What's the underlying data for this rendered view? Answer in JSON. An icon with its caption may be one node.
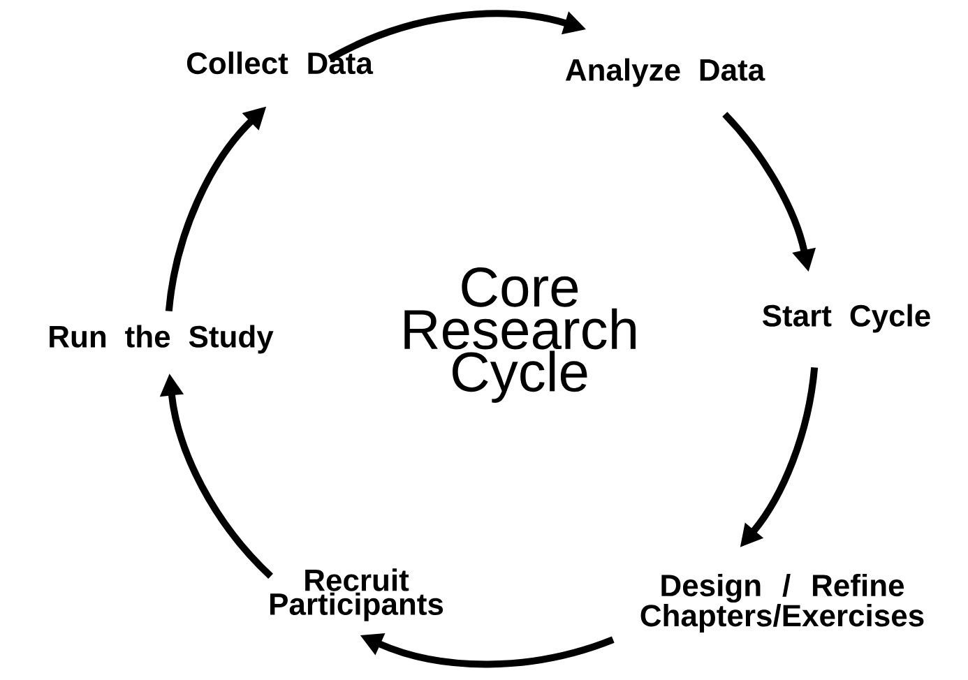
{
  "diagram": {
    "nodes": [
      {
        "text": [
          "Collect Data"
        ]
      },
      {
        "text": [
          "Analyze Data"
        ]
      },
      {
        "text": [
          "Start Cycle"
        ]
      },
      {
        "text": [
          "Design / Refine Chapters/Exercises"
        ]
      },
      {
        "text": [
          "Recruit Participants"
        ]
      },
      {
        "text": [
          "Run the Study"
        ]
      }
    ],
    "edges": [
      {
        "from": 0,
        "to": 1,
        "arrow": "to"
      },
      {
        "from": 1,
        "to": 2,
        "arrow": "to"
      },
      {
        "from": 2,
        "to": 3,
        "arrow": "to"
      },
      {
        "from": 3,
        "to": 4,
        "arrow": "to"
      },
      {
        "from": 4,
        "to": 5,
        "arrow": "to"
      },
      {
        "from": 5,
        "to": 0,
        "arrow": "to"
      }
    ],
    "labels": [
      "Core Research Cycle"
    ]
  }
}
